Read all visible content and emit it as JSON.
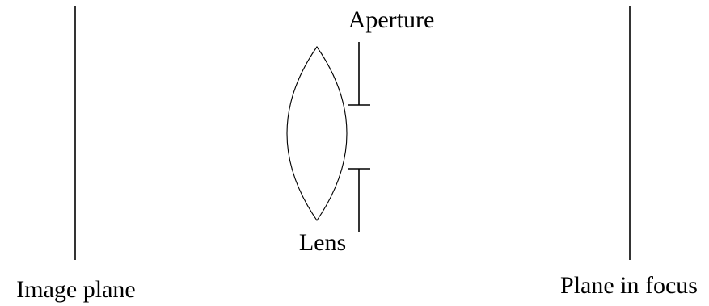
{
  "diagram": {
    "labels": {
      "aperture": "Aperture",
      "lens": "Lens",
      "image_plane": "Image plane",
      "plane_in_focus": "Plane in focus"
    },
    "colors": {
      "stroke": "#000000",
      "background": "#ffffff"
    }
  }
}
